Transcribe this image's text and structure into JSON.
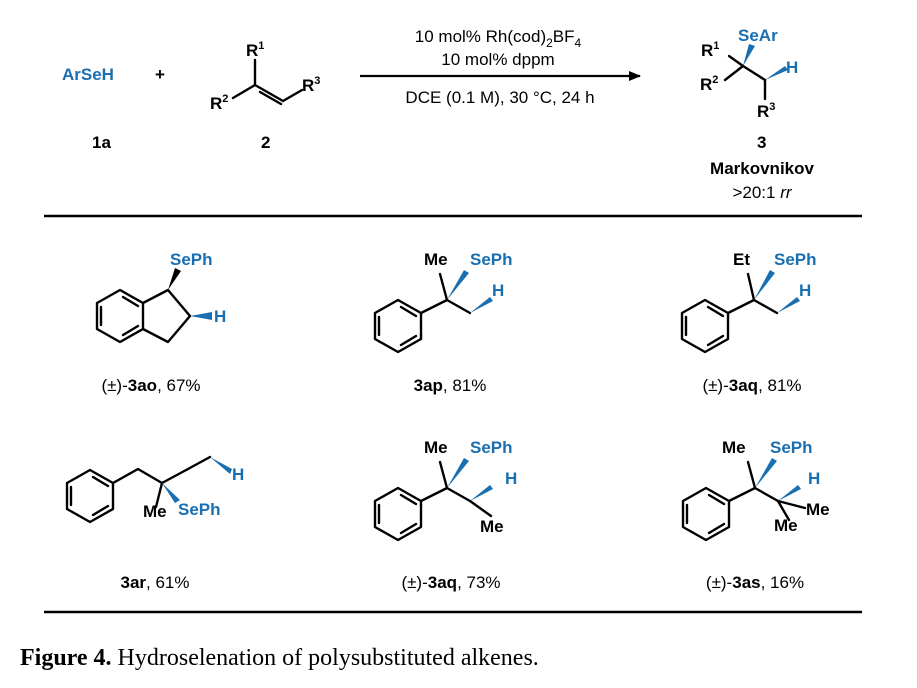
{
  "scheme": {
    "reactant1": "ArSeH",
    "plus": "+",
    "reactant1_id": "1a",
    "reactant2_id": "2",
    "r": "R",
    "sup1": "1",
    "sup2": "2",
    "sup3": "3",
    "conditions_line1": "10 mol% Rh(cod)",
    "conditions_line1_sub": "2",
    "conditions_line1_tail": "BF",
    "conditions_line1_sub2": "4",
    "conditions_line2": "10 mol% dppm",
    "conditions_line3": "DCE (0.1 M), 30 °C, 24 h",
    "product_seleno": "SeAr",
    "product_h": "H",
    "product_id": "3",
    "product_note": "Markovnikov",
    "product_rr_prefix": ">20:1 ",
    "product_rr_suffix": "rr"
  },
  "compounds": [
    {
      "sub1": "SePh",
      "sub2": "H",
      "prefix": "(±)-",
      "id": "3ao",
      "yield": ", 67%"
    },
    {
      "sub0": "Me",
      "sub1": "SePh",
      "sub2": "H",
      "prefix": "",
      "id": "3ap",
      "yield": ", 81%"
    },
    {
      "sub0": "Et",
      "sub1": "SePh",
      "sub2": "H",
      "prefix": "(±)-",
      "id": "3aq",
      "yield": ", 81%"
    },
    {
      "sub0": "Me",
      "sub1": "SePh",
      "sub2": "H",
      "prefix": "",
      "id": "3ar",
      "yield": ", 61%"
    },
    {
      "sub0": "Me",
      "sub1": "SePh",
      "sub2": "H",
      "sub3": "Me",
      "prefix": "(±)-",
      "id": "3aq",
      "yield": ", 73%"
    },
    {
      "sub0": "Me",
      "sub1": "SePh",
      "sub2": "H",
      "sub3": "Me",
      "sub4": "Me",
      "prefix": "(±)-",
      "id": "3as",
      "yield": ", 16%"
    }
  ],
  "caption": {
    "label": "Figure 4.",
    "text": " Hydroselenation of polysubstituted alkenes."
  },
  "colors": {
    "accent": "#1a6fb0",
    "ink": "#000000"
  }
}
